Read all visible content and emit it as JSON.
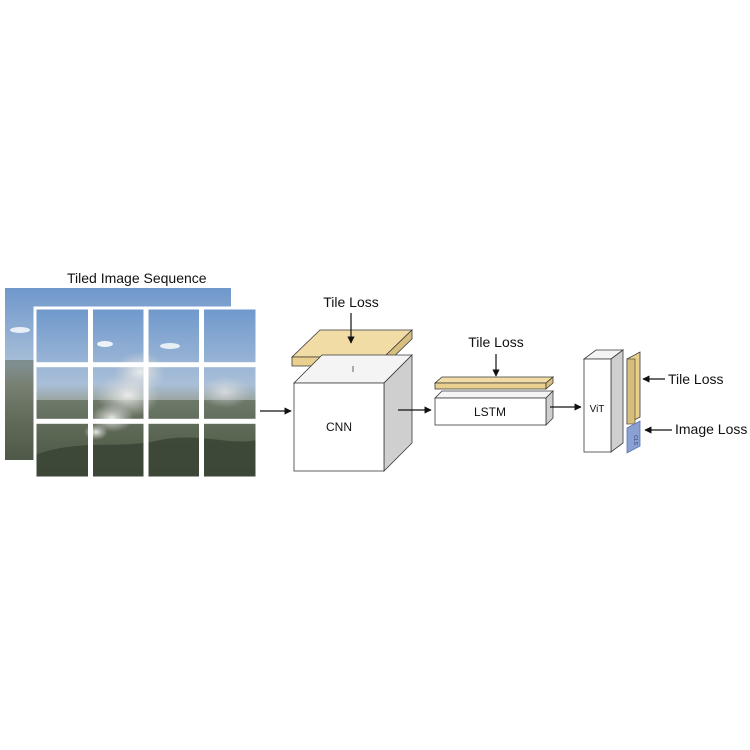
{
  "diagram": {
    "input": {
      "title": "Tiled Image Sequence",
      "tile_grid": {
        "rows": 3,
        "cols": 4
      },
      "frame_count": 2
    },
    "stages": [
      {
        "id": "cnn",
        "label": "CNN",
        "loss_label": "Tile Loss"
      },
      {
        "id": "lstm",
        "label": "LSTM",
        "loss_label": "Tile Loss"
      },
      {
        "id": "vit",
        "label": "ViT",
        "loss_label": "Tile Loss",
        "cls_label": "CLS",
        "image_loss_label": "Image Loss"
      }
    ],
    "colors": {
      "box_fill": "#ffffff",
      "box_side": "#cfcfcf",
      "box_top": "#efefef",
      "outline": "#3a3a3a",
      "tile_loss_plate": "#f2dca6",
      "tile_loss_plate_side": "#d9bf7f",
      "cls_token": "#9fb3dc",
      "cls_token_edge": "#5a73ad",
      "arrow": "#111111",
      "sky": "#7fa4d2",
      "haze": "#c9cdd2",
      "ground": "#4d5a4a",
      "smoke": "#e2e2e0"
    }
  }
}
